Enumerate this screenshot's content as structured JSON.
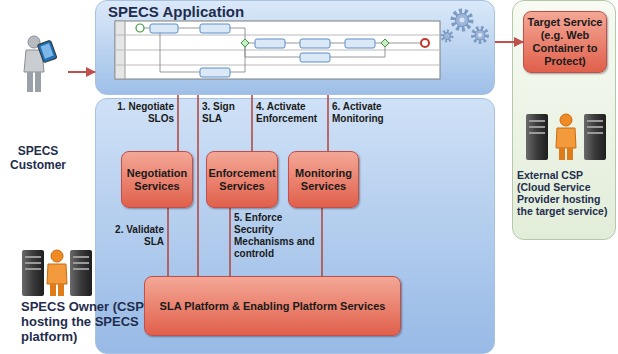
{
  "diagram": {
    "nodes": [
      {
        "text": [
          "SPECS Customer"
        ]
      },
      {
        "text": [
          "SPECS Application"
        ]
      },
      {
        "text": [
          "SPECS Owner (CSP hosting the SPECS platform)"
        ]
      },
      {
        "text": [
          "Negotiation Services"
        ],
        "in": 2
      },
      {
        "text": [
          "Enforcement Services"
        ],
        "in": 2
      },
      {
        "text": [
          "Monitoring Services"
        ],
        "in": 2
      },
      {
        "text": [
          "SLA Platform & Enabling Platform Services"
        ],
        "in": 2
      },
      {
        "text": [
          "External CSP (Cloud Service Provider hosting the target service)"
        ]
      },
      {
        "text": [
          "Target Service (e.g. Web Container to Protect)"
        ],
        "in": 7
      }
    ],
    "edges": [
      {
        "from": 0,
        "to": 1,
        "arrow": "to"
      },
      {
        "from": 1,
        "to": 8,
        "arrow": "to"
      },
      {
        "from": 1,
        "to": 3,
        "label": "1. Negotiate SLOs",
        "arrow": "none"
      },
      {
        "from": 3,
        "to": 6,
        "label": "2. Validate SLA",
        "arrow": "none"
      },
      {
        "from": 1,
        "to": 6,
        "label": "3. Sign SLA",
        "arrow": "none"
      },
      {
        "from": 1,
        "to": 4,
        "label": "4. Activate Enforcement",
        "arrow": "none"
      },
      {
        "from": 4,
        "to": 6,
        "label": "5. Enforce Security Mechanisms and controld",
        "arrow": "none"
      },
      {
        "from": 1,
        "to": 5,
        "label": "6. Activate Monitoring",
        "arrow": "none"
      },
      {
        "from": 5,
        "to": 6,
        "arrow": "none"
      }
    ]
  }
}
